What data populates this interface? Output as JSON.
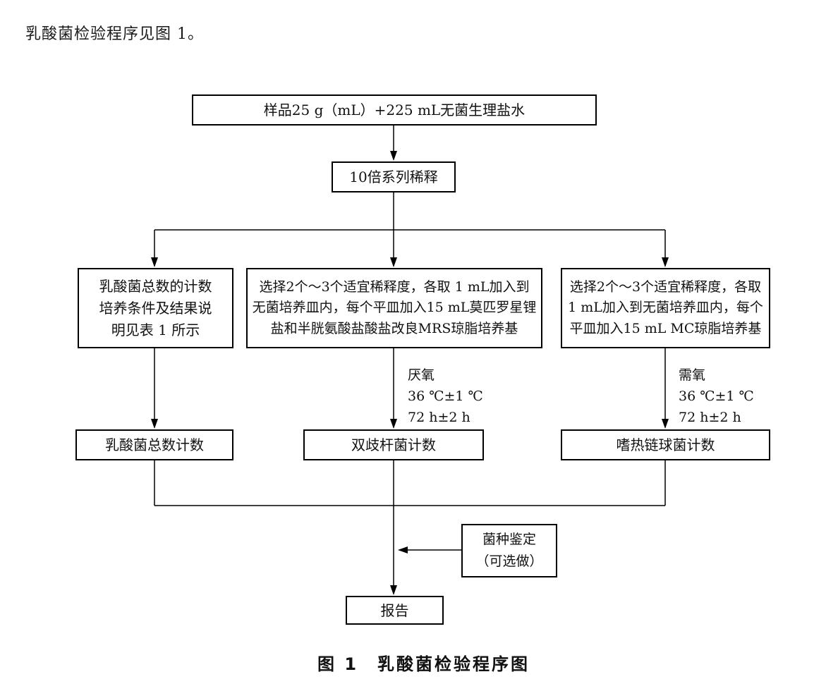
{
  "page": {
    "intro": "乳酸菌检验程序见图 1。",
    "caption": "图 1　乳酸菌检验程序图"
  },
  "flowchart": {
    "sample": "样品25 g（mL）+225 mL无菌生理盐水",
    "dilution": "10倍系列稀释",
    "left_branch": "乳酸菌总数的计数\n培养条件及结果说\n明见表 1 所示",
    "middle_branch": "选择2个～3个适宜稀释度，各取 1 mL加入到\n无菌培养皿内，每个平皿加入15 mL莫匹罗星锂\n盐和半胱氨酸盐酸盐改良MRS琼脂培养基",
    "right_branch": "选择2个～3个适宜稀释度，各取\n1 mL加入到无菌培养皿内，每个\n平皿加入15 mL  MC琼脂培养基",
    "anaerobic_conditions": "厌氧\n36 ℃±1 ℃\n72 h±2 h",
    "aerobic_conditions": "需氧\n36 ℃±1 ℃\n72 h±2 h",
    "count_left": "乳酸菌总数计数",
    "count_middle": "双歧杆菌计数",
    "count_right": "嗜热链球菌计数",
    "species_identification": "菌种鉴定\n（可选做）",
    "report": "报告",
    "colors": {
      "line": "#000000",
      "background": "#ffffff",
      "text": "#111111"
    }
  }
}
